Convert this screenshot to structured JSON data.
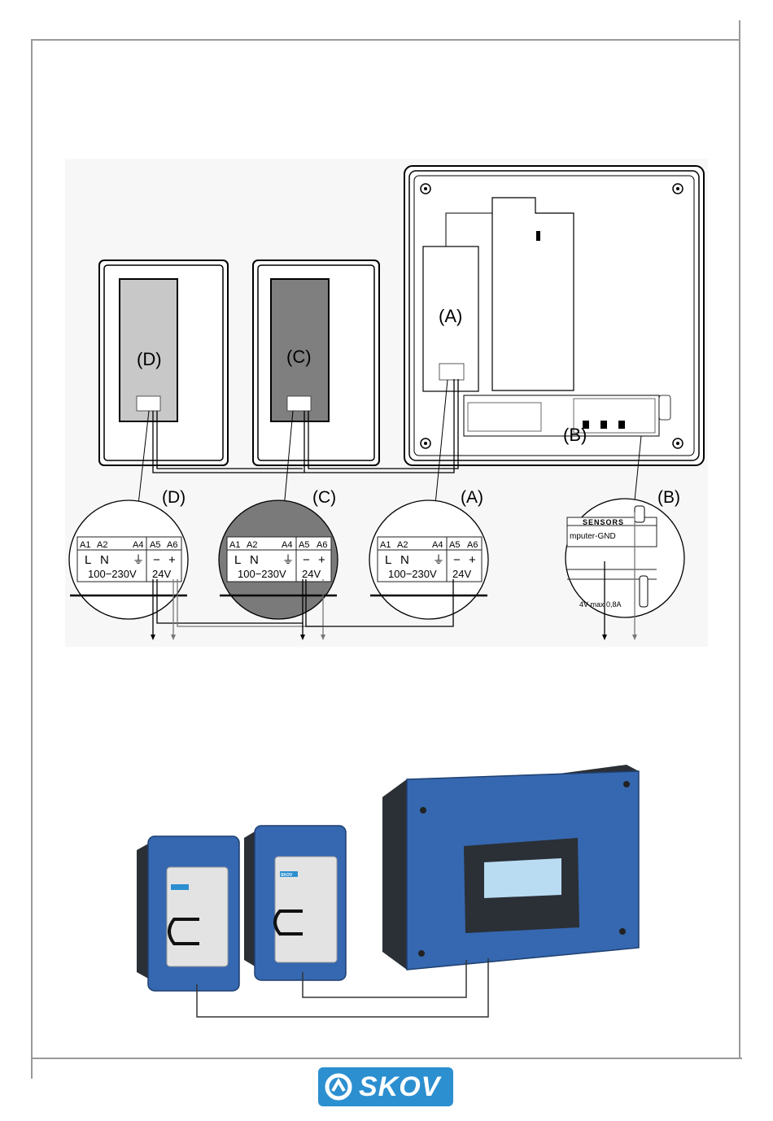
{
  "diagram": {
    "unit_labels": {
      "a": "(A)",
      "b": "(B)",
      "c": "(C)",
      "d": "(D)"
    },
    "terminal_headers": [
      "A1",
      "A2",
      "A4",
      "A5",
      "A6"
    ],
    "terminal_symbols": {
      "l": "L",
      "n": "N",
      "ground": "⏚",
      "minus": "−",
      "plus": "+"
    },
    "voltage_ac": "100−230V",
    "voltage_dc": "24V",
    "sensors_header": "SENSORS",
    "computer_gnd": "mputer-GND",
    "max_current": "4V  max 0,8A"
  },
  "photo": {
    "badge_text": "SKOV"
  },
  "footer": {
    "logo_text": "SKOV"
  },
  "colors": {
    "unit_blue": "#3568b0",
    "unit_dark": "#2b2f36",
    "logo_blue": "#2c8fd0",
    "panel_light_gray": "#c8c8c8",
    "panel_dark_gray": "#7f7f7f"
  }
}
